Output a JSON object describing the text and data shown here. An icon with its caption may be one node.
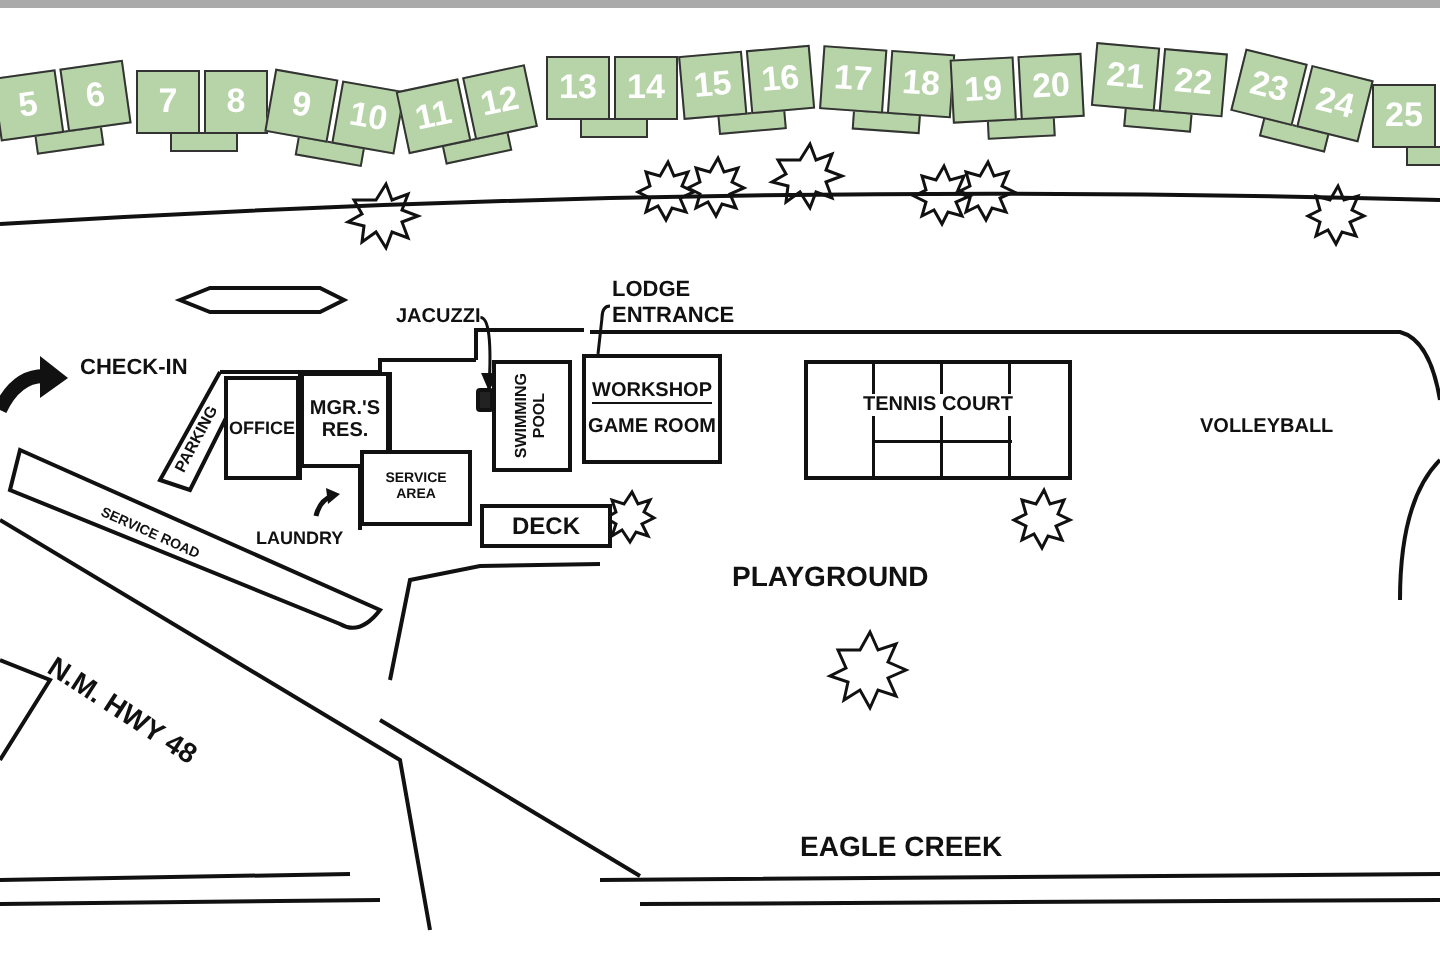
{
  "diagram": {
    "nodes": [
      {
        "text": [
          "5"
        ]
      },
      {
        "text": [
          "6"
        ]
      },
      {
        "text": [
          "7"
        ]
      },
      {
        "text": [
          "8"
        ]
      },
      {
        "text": [
          "9"
        ]
      },
      {
        "text": [
          "10"
        ]
      },
      {
        "text": [
          "11"
        ]
      },
      {
        "text": [
          "12"
        ]
      },
      {
        "text": [
          "13"
        ]
      },
      {
        "text": [
          "14"
        ]
      },
      {
        "text": [
          "15"
        ]
      },
      {
        "text": [
          "16"
        ]
      },
      {
        "text": [
          "17"
        ]
      },
      {
        "text": [
          "18"
        ]
      },
      {
        "text": [
          "19"
        ]
      },
      {
        "text": [
          "20"
        ]
      },
      {
        "text": [
          "21"
        ]
      },
      {
        "text": [
          "22"
        ]
      },
      {
        "text": [
          "23"
        ]
      },
      {
        "text": [
          "24"
        ]
      },
      {
        "text": [
          "25"
        ]
      },
      {
        "text": [
          "OFFICE"
        ]
      },
      {
        "text": [
          "MGR.'S RES."
        ]
      },
      {
        "text": [
          "SERVICE AREA"
        ]
      },
      {
        "text": [
          "SWIMMING POOL"
        ]
      },
      {
        "text": [
          "WORKSHOP",
          "GAME ROOM"
        ]
      },
      {
        "text": [
          "DECK"
        ]
      },
      {
        "text": [
          "TENNIS COURT"
        ]
      },
      {
        "text": [
          "JACUZZI"
        ]
      },
      {
        "text": [],
        "shape": "box"
      },
      {
        "text": [
          "LODGE ENTRANCE"
        ]
      }
    ],
    "edges": [
      {
        "from": 28,
        "to": 29,
        "arrow": "to"
      },
      {
        "from": 30,
        "to": 25,
        "arrow": "none"
      }
    ],
    "labels": [
      "CHECK-IN",
      "PARKING",
      "LAUNDRY",
      "SERVICE ROAD",
      "N.M. HWY 48",
      "PLAYGROUND",
      "VOLLEYBALL",
      "EAGLE CREEK"
    ]
  }
}
